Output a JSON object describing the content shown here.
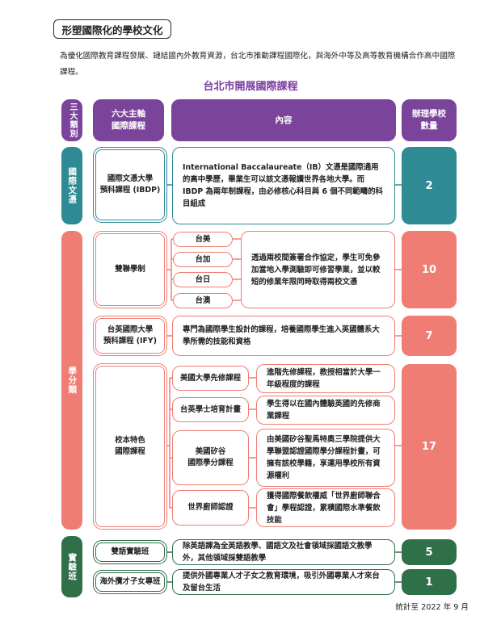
{
  "heading": "形塑國際化的學校文化",
  "intro": "為優化國際教育課程發展、鏈結國內外教育資源，台北市推動課程國際化，與海外中等及高等教育機構合作高中國際課程。",
  "chart_title": "台北市開展國際課程",
  "headers": {
    "category": "三大類別",
    "track_line1": "六大主軸",
    "track_line2": "國際課程",
    "content": "內容",
    "count_line1": "辦理學校",
    "count_line2": "數量"
  },
  "categories": [
    {
      "label": "國際文憑",
      "color": "#2e8a93"
    },
    {
      "label": "學分類",
      "color": "#f07d74"
    },
    {
      "label": "實驗班",
      "color": "#2f7049"
    }
  ],
  "tracks": {
    "ibdp": {
      "line1": "國際文憑大學",
      "line2": "預科課程 (IBDP)",
      "desc": "International Baccalaureate（IB）文憑是國際通用的高中學歷，畢業生可以該文憑報讀世界各地大學。而 IBDP 為兩年制課程，由必修核心科目與 6 個不同範疇的科目組成",
      "count": "2"
    },
    "dual": {
      "label": "雙聯學制",
      "partners": [
        "台美",
        "台加",
        "台日",
        "台澳"
      ],
      "desc": "透過兩校間簽署合作協定，學生可免參加當地入學測驗即可修習學業，並以較短的修業年限同時取得兩校文憑",
      "count": "10"
    },
    "ify": {
      "line1": "台英國際大學",
      "line2": "預科課程 (IFY)",
      "desc": "專門為國際學生設計的課程，培養國際學生進入英國體系大學所需的技能和資格",
      "count": "7"
    },
    "school": {
      "line1": "校本特色",
      "line2": "國際課程",
      "subs": [
        {
          "line1": "美國大學先修課程",
          "line2": "",
          "desc": "進階先修課程，教授相當於大學一年級程度的課程"
        },
        {
          "line1": "台英學士培育計畫",
          "line2": "",
          "desc": "學生得以在國內體驗英國的先修商業課程"
        },
        {
          "line1": "美國矽谷",
          "line2": "國際學分課程",
          "desc": "由美國矽谷聖馬特奧三學院提供大學聯盟認證國際學分課程計畫，可擁有該校學籍，享運用學校所有資源權利"
        },
        {
          "line1": "世界廚師認證",
          "line2": "",
          "desc": "獲得國際餐飲權威「世界廚師聯合會」學程認證，累積國際水準餐飲技能"
        }
      ],
      "count": "17"
    },
    "bilingual": {
      "label": "雙語實驗班",
      "desc": "除英語課為全英語教學、國語文及社會領域採國語文教學外，其他領域採雙語教學",
      "count": "5"
    },
    "overseas": {
      "label": "海外攬才子女專班",
      "desc": "提供外國專業人才子女之教育環境，吸引外國專業人才來台及留台生活",
      "count": "1"
    }
  },
  "footer": "統計至 2022 年 9 月"
}
